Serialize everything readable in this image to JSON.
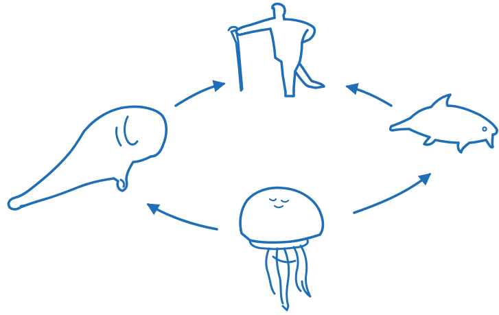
{
  "diagram": {
    "ink_color": "#1f6fb8",
    "background": "#ffffff",
    "figures": [
      {
        "name": "old-man-with-cane",
        "icon": "old-man-icon"
      },
      {
        "name": "dolphin",
        "icon": "dolphin-icon"
      },
      {
        "name": "jellyfish",
        "icon": "jellyfish-icon"
      },
      {
        "name": "seal",
        "icon": "seal-icon"
      }
    ],
    "arrows": [
      {
        "from": "seal",
        "to": "old-man-with-cane"
      },
      {
        "from": "dolphin",
        "to": "old-man-with-cane"
      },
      {
        "from": "jellyfish",
        "to": "dolphin"
      },
      {
        "from": "jellyfish",
        "to": "seal"
      }
    ]
  }
}
